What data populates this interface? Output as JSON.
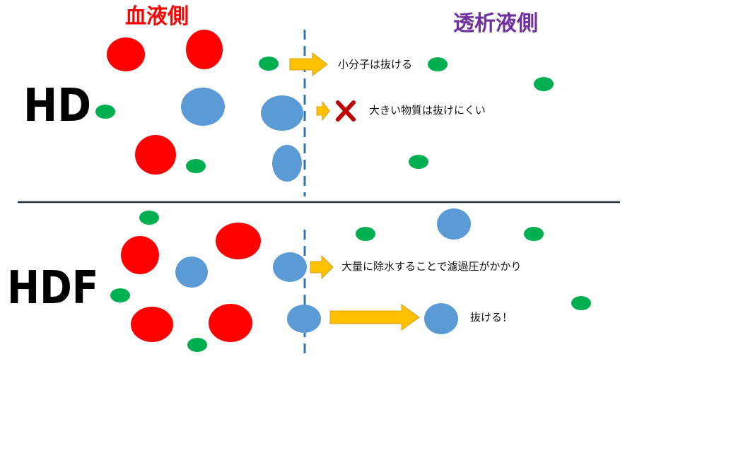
{
  "labels": {
    "blood_side": "血液側",
    "dialysate_side": "透析液側",
    "hd": "HD",
    "hdf": "HDF",
    "small_molecules_pass": "小分子は抜ける",
    "large_hard_to_pass": "大きい物質は抜けにくい",
    "large_volume_filtration": "大量に除水することで濾過圧がかかり",
    "passes_through": "抜ける！"
  },
  "colors": {
    "red_particle": "#ff0000",
    "blue_particle": "#5b9bd5",
    "green_particle": "#00b050",
    "arrow": "#ffc000",
    "arrow_edge": "#d4a017",
    "membrane": "#2e75b6",
    "divider": "#1f2d3d",
    "blood_side_text": "#ff0000",
    "dialysate_side_text": "#7030a0",
    "cross_mark": "#c00000"
  },
  "icons": {
    "block_mark": "cross-mark-icon",
    "flow_arrow": "right-arrow-icon"
  }
}
